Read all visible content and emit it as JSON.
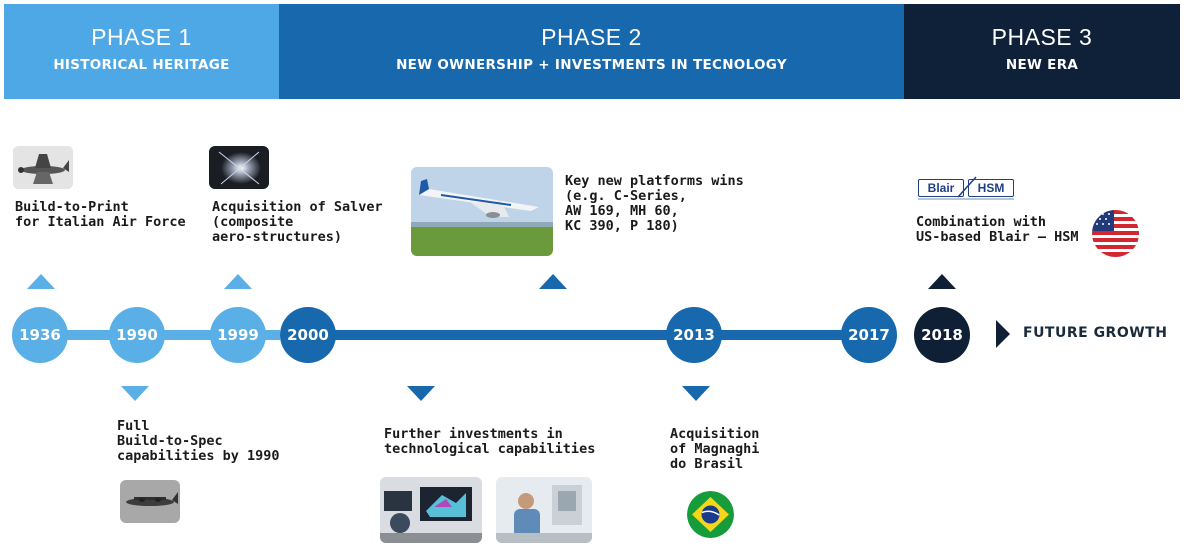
{
  "phases": [
    {
      "title": "PHASE 1",
      "subtitle": "HISTORICAL HERITAGE",
      "color": "#4fa8e6"
    },
    {
      "title": "PHASE 2",
      "subtitle": "NEW OWNERSHIP + INVESTMENTS IN TECNOLOGY",
      "color": "#1768ac"
    },
    {
      "title": "PHASE 3",
      "subtitle": "NEW ERA",
      "color": "#0e2139"
    }
  ],
  "years": [
    "1936",
    "1990",
    "1999",
    "2000",
    "2013",
    "2017",
    "2018"
  ],
  "future": "FUTURE GROWTH",
  "events": {
    "e1936": "Build-to-Print\nfor Italian Air Force",
    "e1990": "Full\nBuild-to-Spec\ncapabilities by 1990",
    "e1999": "Acquisition of Salver\n(composite\naero-structures)",
    "e2000": "Further investments in\ntechnological capabilities",
    "eplatforms": "Key new platforms wins\n(e.g. C-Series,\nAW 169, MH 60,\nKC 390, P 180)",
    "e2013": "Acquisition\nof Magnaghi\ndo Brasil",
    "e2018": "Combination with\nUS-based Blair – HSM"
  },
  "logo": {
    "left": "Blair",
    "right": "HSM"
  },
  "colors": {
    "light": "#5aafe6",
    "mid": "#1768ac",
    "dark": "#0f2036"
  }
}
